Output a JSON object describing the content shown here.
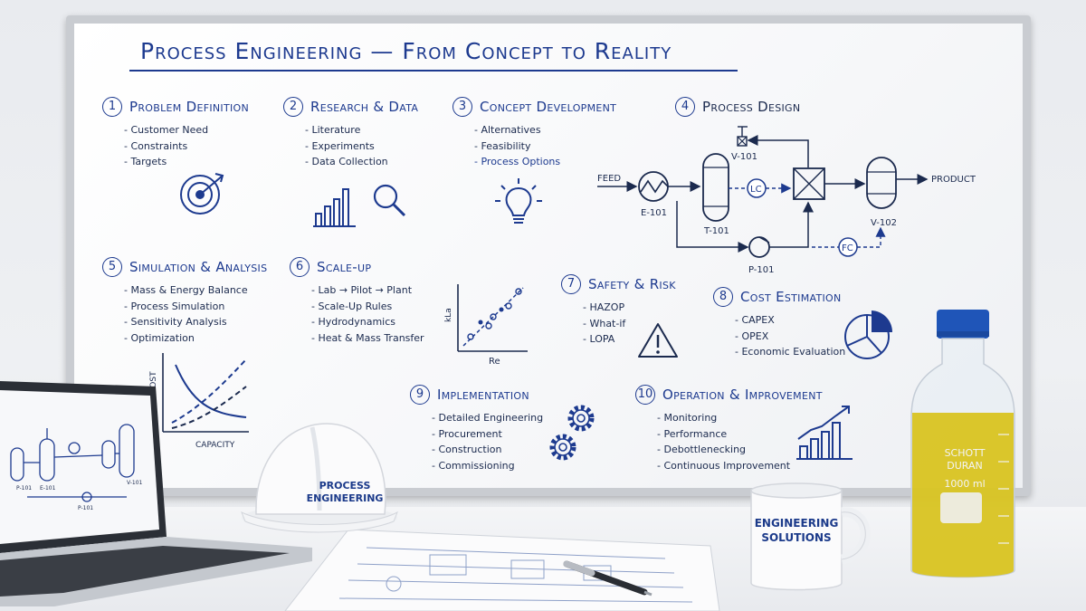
{
  "title": "Process Engineering — From Concept to Reality",
  "sections": [
    {
      "num": "1",
      "title": "Problem Definition",
      "items": [
        "Customer Need",
        "Constraints",
        "Targets"
      ]
    },
    {
      "num": "2",
      "title": "Research & Data",
      "items": [
        "Literature",
        "Experiments",
        "Data Collection"
      ]
    },
    {
      "num": "3",
      "title": "Concept Development",
      "items": [
        "Alternatives",
        "Feasibility",
        "Process Options"
      ]
    },
    {
      "num": "4",
      "title": "Process Design",
      "items": []
    },
    {
      "num": "5",
      "title": "Simulation & Analysis",
      "items": [
        "Mass & Energy Balance",
        "Process Simulation",
        "Sensitivity Analysis",
        "Optimization"
      ]
    },
    {
      "num": "6",
      "title": "Scale-up",
      "items": [
        "Lab → Pilot → Plant",
        "Scale-Up Rules",
        "Hydrodynamics",
        "Heat & Mass Transfer"
      ]
    },
    {
      "num": "7",
      "title": "Safety & Risk",
      "items": [
        "HAZOP",
        "What-if",
        "LOPA"
      ]
    },
    {
      "num": "8",
      "title": "Cost Estimation",
      "items": [
        "CAPEX",
        "OPEX",
        "Economic Evaluation"
      ]
    },
    {
      "num": "9",
      "title": "Implementation",
      "items": [
        "Detailed Engineering",
        "Procurement",
        "Construction",
        "Commissioning"
      ]
    },
    {
      "num": "10",
      "title": "Operation & Improvement",
      "items": [
        "Monitoring",
        "Performance",
        "Debottlenecking",
        "Continuous Improvement"
      ]
    }
  ],
  "pfd": {
    "feed": "FEED",
    "product": "PRODUCT",
    "e101": "E-101",
    "t101": "T-101",
    "v101": "V-101",
    "v102": "V-102",
    "p101": "P-101",
    "lc": "LC",
    "fc": "FC"
  },
  "scaleup_plot": {
    "xlabel": "Re",
    "ylabel": "kLa"
  },
  "cost_plot": {
    "xlabel": "CAPACITY",
    "ylabel": "COST"
  },
  "laptop_labels": {
    "e101": "E-101",
    "p101a": "P-101",
    "p101b": "P-101",
    "v101": "V-101"
  },
  "props": {
    "hat_text": [
      "PROCESS",
      "ENGINEERING"
    ],
    "mug_text": [
      "ENGINEERING",
      "SOLUTIONS"
    ],
    "bottle_brand": [
      "SCHOTT",
      "DURAN"
    ],
    "bottle_volume": "1000 ml"
  },
  "colors": {
    "ink": "#1d3a8f",
    "board": "#ffffff",
    "oil": "#d8c21a",
    "cap": "#1f55b8"
  }
}
